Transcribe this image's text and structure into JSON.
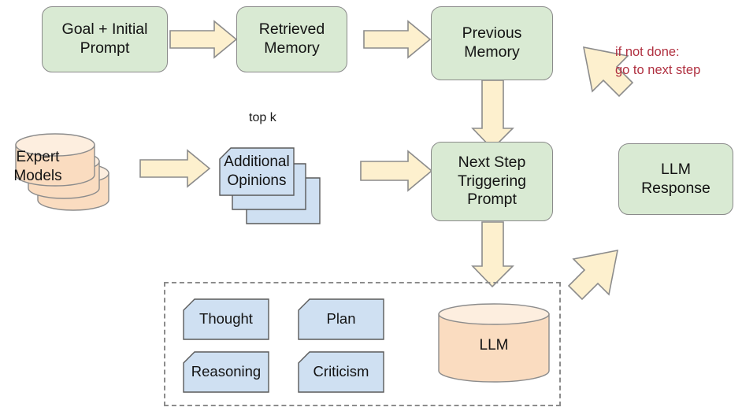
{
  "diagram": {
    "title": "LLM agent loop with expert models and memory",
    "colors": {
      "process_fill": "#d9ead3",
      "note_fill": "#cfe0f2",
      "cylinder_fill": "#fadcc0",
      "cylinder_top_fill": "#fdeedf",
      "arrow_fill": "#fdf0ce",
      "stroke": "#8c8c8c",
      "annotation_red": "#b03040"
    },
    "nodes": {
      "goal_initial_prompt": "Goal + Initial\nPrompt",
      "retrieved_memory": "Retrieved\nMemory",
      "previous_memory": "Previous\nMemory",
      "expert_models": "Expert\nModels",
      "top_k_label": "top k",
      "additional_opinions": "Additional\nOpinions",
      "next_step_triggering_prompt": "Next Step\nTriggering\nPrompt",
      "llm_response": "LLM\nResponse",
      "llm_cylinder": "LLM",
      "thought": "Thought",
      "plan": "Plan",
      "reasoning": "Reasoning",
      "criticism": "Criticism"
    },
    "annotations": {
      "feedback_loop": "if not done:\n    go to next step"
    }
  }
}
